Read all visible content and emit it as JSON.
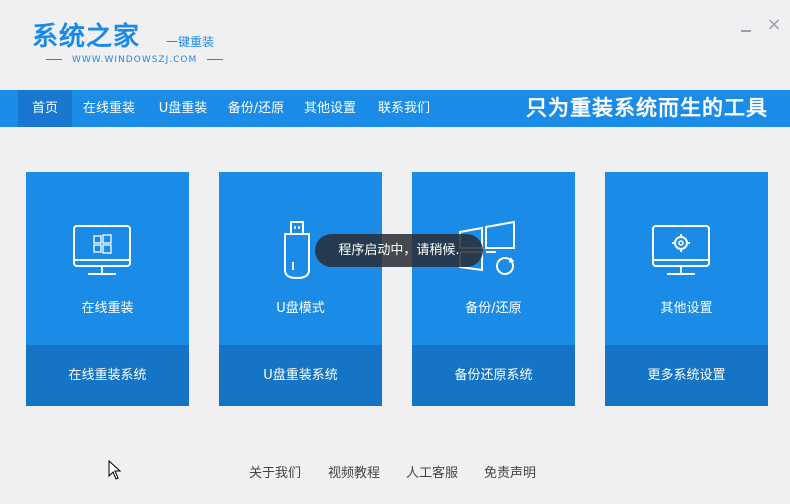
{
  "header": {
    "logo_title": "系统之家",
    "logo_tagline": "一键重装",
    "logo_url": "WWW.WINDOWSZJ.COM"
  },
  "window_controls": {
    "close_glyph": "×"
  },
  "nav": {
    "items": [
      {
        "label": "首页",
        "active": true
      },
      {
        "label": "在线重装",
        "active": false
      },
      {
        "label": "U盘重装",
        "active": false
      },
      {
        "label": "备份/还原",
        "active": false
      },
      {
        "label": "其他设置",
        "active": false
      },
      {
        "label": "联系我们",
        "active": false
      }
    ],
    "slogan": "只为重装系统而生的工具"
  },
  "cards": [
    {
      "title": "在线重装",
      "action": "在线重装系统",
      "icon": "monitor-windows-icon"
    },
    {
      "title": "U盘模式",
      "action": "U盘重装系统",
      "icon": "usb-drive-icon"
    },
    {
      "title": "备份/还原",
      "action": "备份还原系统",
      "icon": "windows-refresh-icon"
    },
    {
      "title": "其他设置",
      "action": "更多系统设置",
      "icon": "monitor-gear-icon"
    }
  ],
  "toast": {
    "text": "程序启动中，请稍候."
  },
  "footer": {
    "links": [
      "关于我们",
      "视频教程",
      "人工客服",
      "免责声明"
    ]
  },
  "colors": {
    "brand_blue": "#1b8be8",
    "card_bottom": "#1674c6",
    "nav_active": "#1878d0",
    "background": "#f0f0f2"
  }
}
